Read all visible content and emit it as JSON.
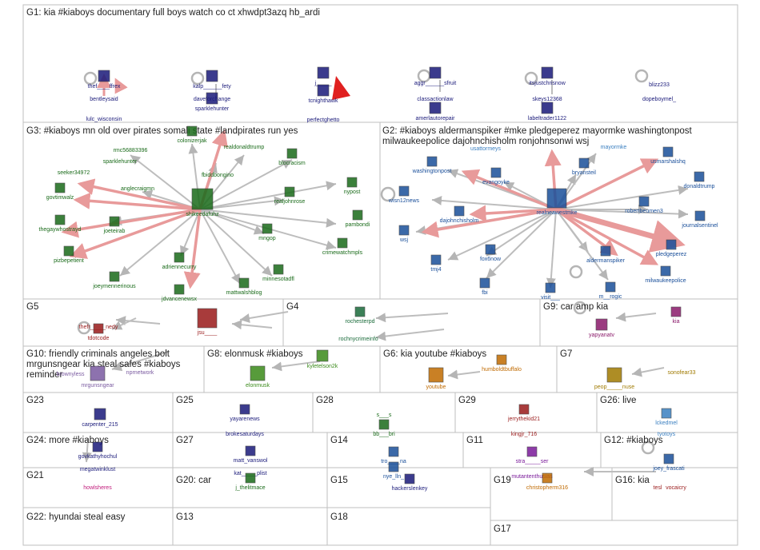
{
  "groups": [
    {
      "id": "G1",
      "label": "G1: kia #kiaboys documentary full boys watch co ct xhwdpt3azq hb_ardi"
    },
    {
      "id": "G3",
      "label": "G3: #kiaboys mn old over pirates somali state #landpirates run yes"
    },
    {
      "id": "G2",
      "label": "G2: #kiaboys aldermanspiker #mke pledgeperez mayormke washingtonpost"
    },
    {
      "id": "G2b",
      "label": "milwaukeepolice dajohnchisholm ronjohnsonwi wsj"
    },
    {
      "id": "G5",
      "label": "G5"
    },
    {
      "id": "G4",
      "label": "G4"
    },
    {
      "id": "G9",
      "label": "G9: car amp kia"
    },
    {
      "id": "G10",
      "label": "G10: friendly criminals angeles bolt"
    },
    {
      "id": "G10b",
      "label": "mrgunsngear kia steal safes #kiaboys"
    },
    {
      "id": "G10c",
      "label": "reminder"
    },
    {
      "id": "G8",
      "label": "G8: elonmusk #kiaboys"
    },
    {
      "id": "G6",
      "label": "G6: kia youtube #kiaboys"
    },
    {
      "id": "G7",
      "label": "G7"
    },
    {
      "id": "G23",
      "label": "G23"
    },
    {
      "id": "G25",
      "label": "G25"
    },
    {
      "id": "G28",
      "label": "G28"
    },
    {
      "id": "G29",
      "label": "G29"
    },
    {
      "id": "G26",
      "label": "G26: live"
    },
    {
      "id": "G24",
      "label": "G24: more #kiaboys"
    },
    {
      "id": "G27",
      "label": "G27"
    },
    {
      "id": "G14",
      "label": "G14"
    },
    {
      "id": "G11",
      "label": "G11"
    },
    {
      "id": "G12",
      "label": "G12: #kiaboys"
    },
    {
      "id": "G21",
      "label": "G21"
    },
    {
      "id": "G20",
      "label": "G20: car"
    },
    {
      "id": "G15",
      "label": "G15"
    },
    {
      "id": "G19",
      "label": "G19"
    },
    {
      "id": "G16",
      "label": "G16: kia"
    },
    {
      "id": "G22",
      "label": "G22: hyundai steal easy"
    },
    {
      "id": "G13",
      "label": "G13"
    },
    {
      "id": "G18",
      "label": "G18"
    },
    {
      "id": "G17",
      "label": "G17"
    }
  ],
  "nodes": [
    {
      "id": "thefresh",
      "label": "thef____ffrex",
      "color": "#1a1a7a"
    },
    {
      "id": "bentleysaid",
      "label": "bentleysaid",
      "color": "#1a1a7a"
    },
    {
      "id": "lulc",
      "label": "lulc_wisconsin",
      "color": "#1a1a7a"
    },
    {
      "id": "kalpsafety",
      "label": "kalp______fety",
      "color": "#1a1a7a"
    },
    {
      "id": "daveforchange",
      "label": "daveforchange",
      "color": "#1a1a7a"
    },
    {
      "id": "sparklehunter",
      "label": "sparklehunter",
      "color": "#1a1a7a"
    },
    {
      "id": "jkmen",
      "label": "j_____",
      "color": "#1a1a7a"
    },
    {
      "id": "tcnighthawk",
      "label": "tcnighthawk",
      "color": "#1a1a7a"
    },
    {
      "id": "perfectghetto",
      "label": "perfectghetto",
      "color": "#1a1a7a"
    },
    {
      "id": "aggressfruit",
      "label": "aggr______sfruit",
      "color": "#1a1a7a"
    },
    {
      "id": "classactionlaw",
      "label": "classactionlaw",
      "color": "#1a1a7a"
    },
    {
      "id": "amerautorepair",
      "label": "amerlautorepair",
      "color": "#1a1a7a"
    },
    {
      "id": "itsjustchrisnow",
      "label": "itsjustchrisnow",
      "color": "#1a1a7a"
    },
    {
      "id": "skeys12368",
      "label": "skeys12368",
      "color": "#1a1a7a"
    },
    {
      "id": "labeltrader1122",
      "label": "labeltrader1122",
      "color": "#1a1a7a"
    },
    {
      "id": "blizz233",
      "label": "blizz233",
      "color": "#1a1a7a"
    },
    {
      "id": "dopeboymel",
      "label": "dopeboymel_",
      "color": "#1a1a7a"
    },
    {
      "id": "rmc56883396",
      "label": "rmc56883396",
      "color": "#1a6b1a"
    },
    {
      "id": "colonizer",
      "label": "colonizerjak",
      "color": "#1a6b1a"
    },
    {
      "id": "realdonaldtrump1",
      "label": "realdonaldtrump",
      "color": "#1a6b1a"
    },
    {
      "id": "sparklehunter2",
      "label": "sparklehunter",
      "color": "#1a6b1a"
    },
    {
      "id": "seeker34972",
      "label": "seeker34972",
      "color": "#1a6b1a"
    },
    {
      "id": "anglecraigmn",
      "label": "anglecraigmn",
      "color": "#1a6b1a"
    },
    {
      "id": "fbiddbongino",
      "label": "fbiddbongino",
      "color": "#1a6b1a"
    },
    {
      "id": "blocracism",
      "label": "blocracism",
      "color": "#1a6b1a"
    },
    {
      "id": "govtimwalz",
      "label": "govtimwalz",
      "color": "#1a6b1a"
    },
    {
      "id": "shikeedafuhz",
      "label": "shikeedafuhz",
      "color": "#1a6b1a"
    },
    {
      "id": "nypost",
      "label": "nypost",
      "color": "#1a6b1a"
    },
    {
      "id": "realjohnrose",
      "label": "realjohnrose",
      "color": "#1a6b1a"
    },
    {
      "id": "thegaywho",
      "label": "thegaywhostrayd",
      "color": "#1a6b1a"
    },
    {
      "id": "joeteirab",
      "label": "joeteirab",
      "color": "#1a6b1a"
    },
    {
      "id": "pambondi",
      "label": "pambondi",
      "color": "#1a6b1a"
    },
    {
      "id": "mngop",
      "label": "mngop",
      "color": "#1a6b1a"
    },
    {
      "id": "crimewatchmpls",
      "label": "crimewatchmpls",
      "color": "#1a6b1a"
    },
    {
      "id": "pizbepetient",
      "label": "pizbepetient",
      "color": "#1a6b1a"
    },
    {
      "id": "adriennecurry",
      "label": "adriennecurry",
      "color": "#1a6b1a"
    },
    {
      "id": "minnesotadfl",
      "label": "minnesotadfl",
      "color": "#1a6b1a"
    },
    {
      "id": "joeymennerinous",
      "label": "joeymennerinous",
      "color": "#1a6b1a"
    },
    {
      "id": "jdvancenewsx",
      "label": "jdvancenewsx",
      "color": "#1a6b1a"
    },
    {
      "id": "mattwalshblog",
      "label": "mattwalshblog",
      "color": "#1a6b1a"
    },
    {
      "id": "usattormeys",
      "label": "usattormeys",
      "color": "#3a7fc0"
    },
    {
      "id": "mayormke",
      "label": "mayormke",
      "color": "#3a7fc0"
    },
    {
      "id": "washingtonpost",
      "label": "washingtonpost",
      "color": "#1a4f9a"
    },
    {
      "id": "evangoyke",
      "label": "evangoyke",
      "color": "#1a4f9a"
    },
    {
      "id": "bryansteil",
      "label": "bryansteil",
      "color": "#1a4f9a"
    },
    {
      "id": "usmarshalsh",
      "label": "usmarshalshq",
      "color": "#1a4f9a"
    },
    {
      "id": "donaldtrump2",
      "label": "donaldtrump",
      "color": "#1a4f9a"
    },
    {
      "id": "wisn12news",
      "label": "wisn12news",
      "color": "#1a4f9a"
    },
    {
      "id": "robertbeumen",
      "label": "robertbeumen3",
      "color": "#1a4f9a"
    },
    {
      "id": "journalsentinel",
      "label": "journalsentinel",
      "color": "#1a4f9a"
    },
    {
      "id": "wsj",
      "label": "wsj",
      "color": "#1a4f9a"
    },
    {
      "id": "dajohnchisholm",
      "label": "dajohnchisholm",
      "color": "#1a4f9a"
    },
    {
      "id": "realneawestmke",
      "label": "realneawestmke",
      "color": "#1a4f9a"
    },
    {
      "id": "pledgeperez",
      "label": "pledgeperez",
      "color": "#1a4f9a"
    },
    {
      "id": "tmj4",
      "label": "tmj4",
      "color": "#1a4f9a"
    },
    {
      "id": "fox6now",
      "label": "fox6now",
      "color": "#1a4f9a"
    },
    {
      "id": "aldermanspiker",
      "label": "aldermanspiker",
      "color": "#1a4f9a"
    },
    {
      "id": "milwaukeepolice",
      "label": "milwaukeepolice",
      "color": "#1a4f9a"
    },
    {
      "id": "fbi",
      "label": "fbi",
      "color": "#1a4f9a"
    },
    {
      "id": "visitmilwaukee",
      "label": "visit___",
      "color": "#1a4f9a"
    },
    {
      "id": "mrorgic",
      "label": "m__rogic",
      "color": "#1a4f9a"
    },
    {
      "id": "thefreshnewdy",
      "label": "thefr_____nedy",
      "color": "#9a1a1a"
    },
    {
      "id": "tdotcode",
      "label": "tdotcode",
      "color": "#9a1a1a"
    },
    {
      "id": "jsu",
      "label": "jsu____",
      "color": "#9a1a1a"
    },
    {
      "id": "rochesterpd",
      "label": "rochesterpd",
      "color": "#1a6b3a"
    },
    {
      "id": "rochnycrimeinfo",
      "label": "rochnycrimeinfo",
      "color": "#1a6b3a"
    },
    {
      "id": "kia9",
      "label": "kia",
      "color": "#8a1a6a"
    },
    {
      "id": "yapyanatv",
      "label": "yapyanatv",
      "color": "#8a1a6a"
    },
    {
      "id": "brownyless",
      "label": "brownyless",
      "color": "#7a5aa0"
    },
    {
      "id": "nprnetwork",
      "label": "nprnetwork",
      "color": "#7a5aa0"
    },
    {
      "id": "mrgunsngear",
      "label": "mrgunsngear",
      "color": "#7a5aa0"
    },
    {
      "id": "elonmusk",
      "label": "elonmusk",
      "color": "#3a8a1a"
    },
    {
      "id": "kyletelson2k",
      "label": "kyletelson2k",
      "color": "#3a8a1a"
    },
    {
      "id": "youtube",
      "label": "youtube",
      "color": "#c06a00"
    },
    {
      "id": "humboldtbuffalo",
      "label": "humboldtbuffalo",
      "color": "#c06a00"
    },
    {
      "id": "sonofear33",
      "label": "sonofear33",
      "color": "#a07a00"
    },
    {
      "id": "peoplesmuse",
      "label": "peop_____nuse",
      "color": "#a07a00"
    },
    {
      "id": "carpenter215",
      "label": "carpenter_215",
      "color": "#1a1a7a"
    },
    {
      "id": "yayarenews",
      "label": "yayarenews",
      "color": "#1a1a7a"
    },
    {
      "id": "brokesaturdays",
      "label": "brokesaturdays",
      "color": "#1a1a7a"
    },
    {
      "id": "s_s",
      "label": "s___s",
      "color": "#1a6b1a"
    },
    {
      "id": "bb_bri",
      "label": "bb___bri",
      "color": "#1a6b1a"
    },
    {
      "id": "jerrythekid21",
      "label": "jerrythekid21",
      "color": "#9a1a1a"
    },
    {
      "id": "kingjr716",
      "label": "kingjr_716",
      "color": "#9a1a1a"
    },
    {
      "id": "lckedmel",
      "label": "lckedmel",
      "color": "#3a7fc0"
    },
    {
      "id": "tyotoys",
      "label": "tyotoys",
      "color": "#3a7fc0"
    },
    {
      "id": "govkathyhochul",
      "label": "govkathyhochul",
      "color": "#1a1a7a"
    },
    {
      "id": "megatwinklust",
      "label": "megatwinklust",
      "color": "#1a1a7a"
    },
    {
      "id": "matt_vanswol",
      "label": "matt_vanswol",
      "color": "#1a1a7a"
    },
    {
      "id": "katteplist",
      "label": "kat_____plist",
      "color": "#1a1a7a"
    },
    {
      "id": "troma",
      "label": "tro____na",
      "color": "#1a4f9a"
    },
    {
      "id": "nye_lln",
      "label": "nye_lln_",
      "color": "#1a4f9a"
    },
    {
      "id": "strser",
      "label": "stra_____ser",
      "color": "#7a1a9a"
    },
    {
      "id": "mutantenthusiast",
      "label": "mutantenthusias",
      "color": "#7a1a9a"
    },
    {
      "id": "joey_frascati",
      "label": "joey_frascati",
      "color": "#1a4f9a"
    },
    {
      "id": "howlsheres",
      "label": "howlsheres",
      "color": "#c01a7a"
    },
    {
      "id": "jthelitmace",
      "label": "j_thelitmace",
      "color": "#1a6b1a"
    },
    {
      "id": "hackerslenkey",
      "label": "hackerslenkey",
      "color": "#1a1a7a"
    },
    {
      "id": "christopherm316",
      "label": "christopherm316",
      "color": "#c06a00"
    },
    {
      "id": "tesl",
      "label": "tesl",
      "color": "#9a1a1a"
    },
    {
      "id": "vocaicry",
      "label": "vocaicry",
      "color": "#9a1a1a"
    }
  ]
}
